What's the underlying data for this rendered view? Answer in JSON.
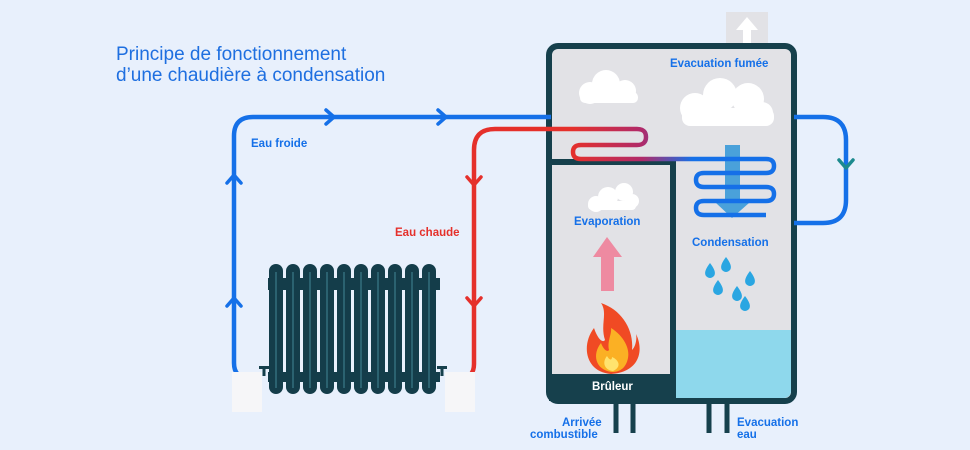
{
  "title": {
    "line1": "Principe de fonctionnement",
    "line2": "d’une chaudière à condensation"
  },
  "labels": {
    "cold_water": "Eau froide",
    "hot_water": "Eau chaude",
    "smoke_exhaust": "Evacuation fumée",
    "evaporation": "Evaporation",
    "condensation": "Condensation",
    "burner": "Brûleur",
    "fuel_inlet_line1": "Arrivée",
    "fuel_inlet_line2": "combustible",
    "water_outlet_line1": "Evacuation",
    "water_outlet_line2": "eau"
  },
  "colors": {
    "background": "#e8f0fc",
    "cold_pipe": "#1570e8",
    "hot_pipe": "#e5302b",
    "boiler_body": "#16404c",
    "boiler_inside": "#e2e2e6",
    "water": "#8ed8ec",
    "radiator": "#143d4a"
  }
}
